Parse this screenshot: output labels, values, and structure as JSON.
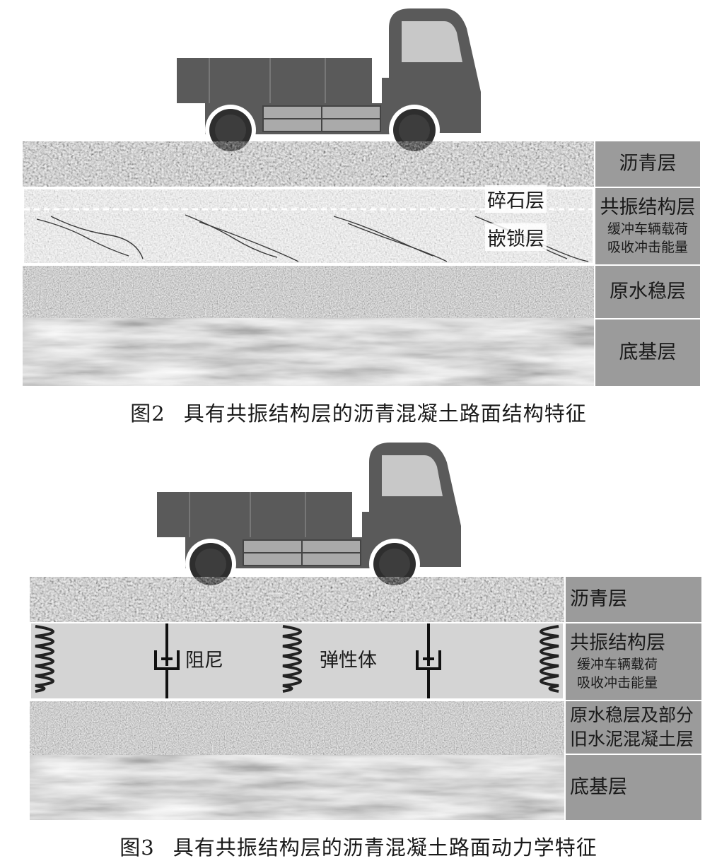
{
  "figure2": {
    "caption_number": "图2",
    "caption_text": "具有共振结构层的沥青混凝土路面结构特征",
    "layers": {
      "asphalt": "沥青层",
      "resonance": "共振结构层",
      "resonance_desc_1": "缓冲车辆载荷",
      "resonance_desc_2": "吸收冲击能量",
      "base": "原水稳层",
      "subgrade": "底基层"
    },
    "inner_labels": {
      "gravel": "碎石层",
      "interlock": "嵌锁层"
    }
  },
  "figure3": {
    "caption_number": "图3",
    "caption_text": "具有共振结构层的沥青混凝土路面动力学特征",
    "layers": {
      "asphalt": "沥青层",
      "resonance": "共振结构层",
      "resonance_desc_1": "缓冲车辆载荷",
      "resonance_desc_2": "吸收冲击能量",
      "base_1": "原水稳层及部分",
      "base_2": "旧水泥混凝土层",
      "subgrade": "底基层"
    },
    "inner_labels": {
      "damper": "阻尼",
      "elastic": "弹性体"
    }
  },
  "colors": {
    "truck_body": "#5a5a5a",
    "truck_window": "#c8c8c8",
    "label_bg": "#9b9b9b",
    "resonance_fill": "#d4d4d4"
  }
}
